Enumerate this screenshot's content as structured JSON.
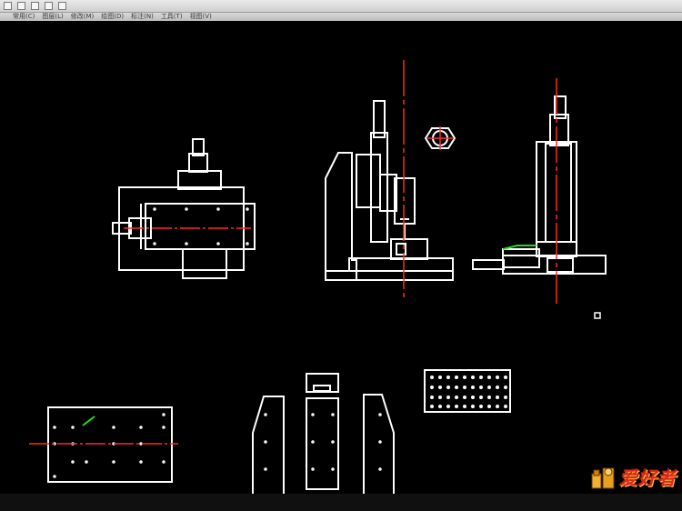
{
  "window": {
    "quick_access": [
      "new-icon",
      "open-icon",
      "save-icon",
      "print-icon",
      "undo-icon"
    ],
    "tabs": [
      "常用(C)",
      "图层(L)",
      "修改(M)",
      "绘图(D)",
      "标注(N)",
      "工具(T)",
      "视图(V)"
    ]
  },
  "watermark": {
    "text": "爱好者",
    "logo": "craftsman-figure-logo"
  },
  "colors": {
    "background": "#000000",
    "lines": "#ffffff",
    "centerline": "#ff2a2a",
    "highlight": "#22dd22",
    "watermark": "#e02a1a"
  }
}
